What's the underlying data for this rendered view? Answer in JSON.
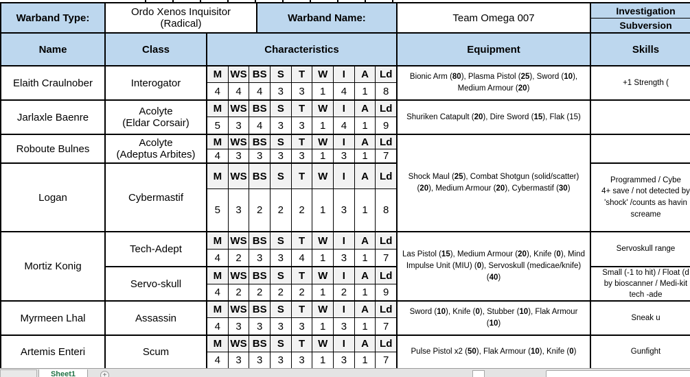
{
  "top": {
    "warband_type_label": "Warband Type:",
    "warband_type_value_lines": [
      "Ordo Xenos Inquisitor",
      "(Radical)"
    ],
    "warband_name_label": "Warband Name:",
    "warband_name_value": "Team Omega 007",
    "mission_rows": [
      "Investigation",
      "Subversion"
    ]
  },
  "table_headers": {
    "name": "Name",
    "class": "Class",
    "characteristics": "Characteristics",
    "equipment": "Equipment",
    "skills": "Skills"
  },
  "stat_headers": [
    "M",
    "WS",
    "BS",
    "S",
    "T",
    "W",
    "I",
    "A",
    "Ld"
  ],
  "members": {
    "elaith": {
      "name": "Elaith Craulnober",
      "cls": [
        "Interogator"
      ],
      "stats": [
        4,
        4,
        4,
        3,
        3,
        1,
        4,
        1,
        8
      ],
      "equipment": "Bionic Arm (**80**), Plasma Pistol (**25**),  Sword (**10**), Medium Armour (**20**)",
      "skills": [
        "+1 Strength ("
      ]
    },
    "jarlaxle": {
      "name": "Jarlaxle Baenre",
      "cls": [
        "Acolyte",
        "(Eldar Corsair)"
      ],
      "stats": [
        5,
        3,
        4,
        3,
        3,
        1,
        4,
        1,
        9
      ],
      "equipment": "Shuriken Catapult (**20**), Dire Sword (**15**), Flak (15)",
      "skills": []
    },
    "roboute": {
      "name": "Roboute Bulnes",
      "cls": [
        "Acolyte",
        "(Adeptus Arbites)"
      ],
      "stats": [
        4,
        3,
        3,
        3,
        3,
        1,
        3,
        1,
        7
      ],
      "skills": []
    },
    "logan": {
      "name": "Logan",
      "cls": [
        "Cybermastif"
      ],
      "stats": [
        5,
        3,
        2,
        2,
        2,
        1,
        3,
        1,
        8
      ],
      "skills": [
        "Programmed / Cybe",
        "4+ save / not detected by",
        "'shock' /counts as havin",
        "screame"
      ]
    },
    "roboute_logan_equipment": "Shock Maul (**25**), Combat Shotgun (solid/scatter) (**20**), Medium Armour (**20**), Cybermastif (**30**)",
    "mortiz": {
      "name": "Mortiz Konig",
      "equipment": "Las Pistol (**15**), Medium Armour (**20**), Knife (**0**), Mind Impulse Unit (MIU) (**0**), Servoskull (medicae/knife)(**40**)",
      "variants": [
        {
          "cls": [
            "Tech-Adept"
          ],
          "stats": [
            4,
            2,
            3,
            3,
            4,
            1,
            3,
            1,
            7
          ],
          "skills": [
            "Servoskull range"
          ]
        },
        {
          "cls": [
            "Servo-skull"
          ],
          "stats": [
            4,
            2,
            2,
            2,
            2,
            1,
            2,
            1,
            9
          ],
          "skills": [
            "Small (-1 to hit) / Float (d",
            "by bioscanner / Medi-kit",
            "tech -ade"
          ]
        }
      ]
    },
    "myrmeen": {
      "name": "Myrmeen Lhal",
      "cls": [
        "Assassin"
      ],
      "stats": [
        4,
        3,
        3,
        3,
        3,
        1,
        3,
        1,
        7
      ],
      "equipment": "Sword (**10**), Knife (**0**), Stubber (**10**), Flak Armour  (**10**)",
      "skills": [
        "Sneak u"
      ]
    },
    "artemis": {
      "name": "Artemis Enteri",
      "cls": [
        "Scum"
      ],
      "stats": [
        4,
        3,
        3,
        3,
        3,
        1,
        3,
        1,
        7
      ],
      "equipment": "Pulse Pistol x2  (**50**), Flak Armour (**10**), Knife (**0**)",
      "skills": [
        "Gunfight"
      ]
    }
  },
  "sheet_bar": {
    "active_sheet": "Sheet1",
    "add_sheet_icon": "+"
  },
  "colors": {
    "header_blue": "#bdd7ee",
    "stat_header_gray": "#f2f2f2",
    "tab_green": "#217346",
    "border": "#000000"
  }
}
